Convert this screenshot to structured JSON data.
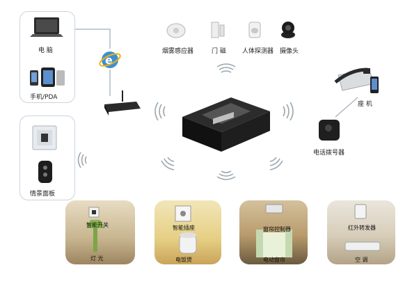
{
  "devices": {
    "computer": "电 脑",
    "mobile": "手机/PDA",
    "smoke": "烟雾感应器",
    "door": "门 磁",
    "pir": "人体探测器",
    "camera": "摄像头",
    "landline": "座 机",
    "dialer": "电话拨号器",
    "scene_panel": "情景面板"
  },
  "scenes": [
    {
      "top_label": "智能开关",
      "bottom_label": "灯 光"
    },
    {
      "top_label": "智能插座",
      "bottom_label": "电饭煲"
    },
    {
      "top_label": "窗帘控制器",
      "bottom_label": "电动窗帘"
    },
    {
      "top_label": "红外转发器",
      "bottom_label": "空 调"
    }
  ],
  "colors": {
    "panel_border": "#c9d4dc",
    "line": "#8a9aa8",
    "hub_body": "#1a1a1a"
  }
}
